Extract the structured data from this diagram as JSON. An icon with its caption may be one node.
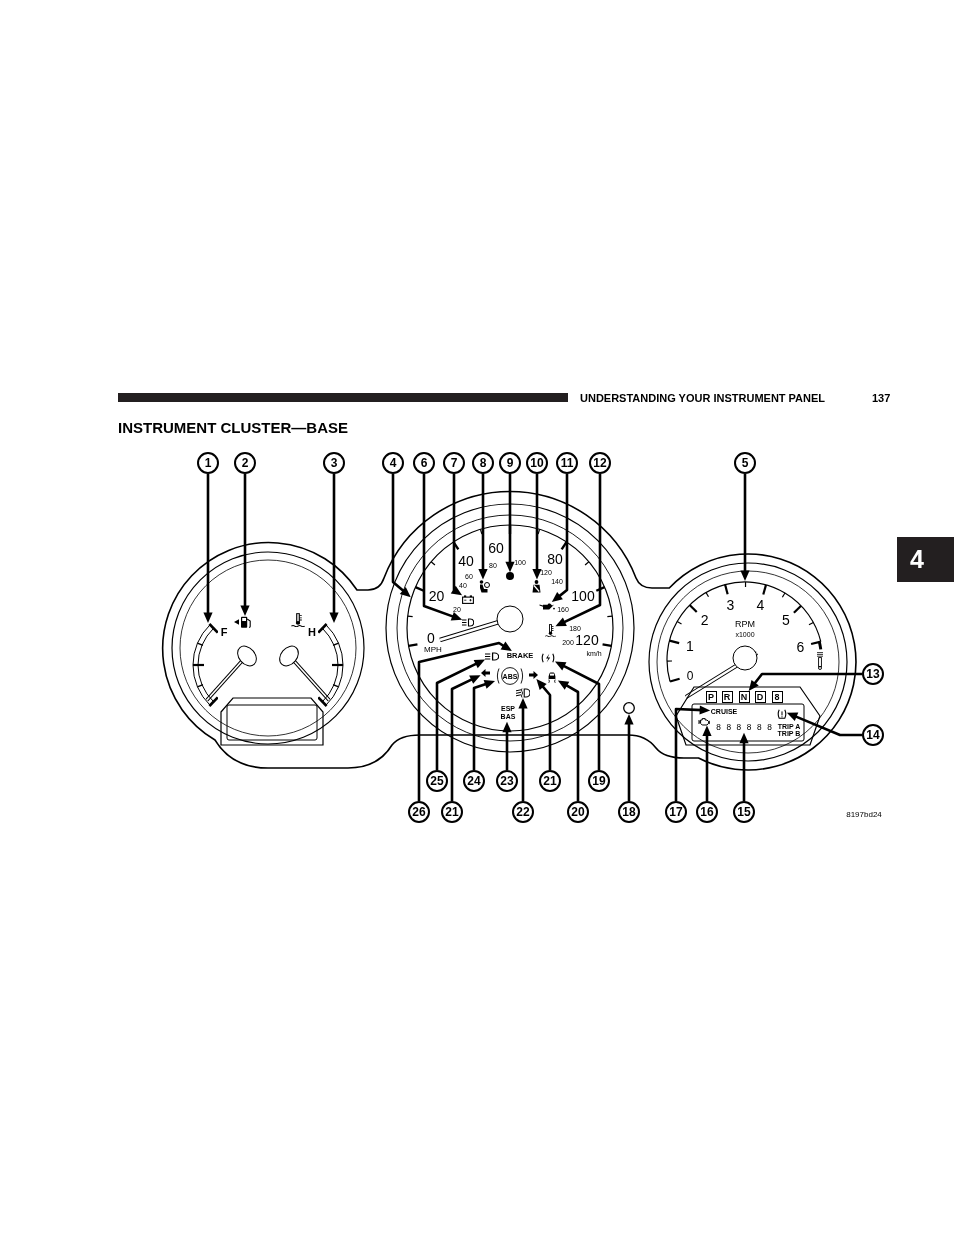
{
  "diagram": {
    "title": "INSTRUMENT CLUSTER—BASE",
    "nodes": [
      {
        "text": [
          "1"
        ]
      },
      {
        "text": [
          "2"
        ]
      },
      {
        "text": [
          "3"
        ]
      },
      {
        "text": [
          "4"
        ]
      },
      {
        "text": [
          "6"
        ]
      },
      {
        "text": [
          "7"
        ]
      },
      {
        "text": [
          "8"
        ]
      },
      {
        "text": [
          "9"
        ]
      },
      {
        "text": [
          "10"
        ]
      },
      {
        "text": [
          "11"
        ]
      },
      {
        "text": [
          "12"
        ]
      },
      {
        "text": [
          "5"
        ]
      },
      {
        "text": [
          "13"
        ]
      },
      {
        "text": [
          "14"
        ]
      },
      {
        "text": [
          "25"
        ]
      },
      {
        "text": [
          "24"
        ]
      },
      {
        "text": [
          "23"
        ]
      },
      {
        "text": [
          "21"
        ]
      },
      {
        "text": [
          "19"
        ]
      },
      {
        "text": [
          "26"
        ]
      },
      {
        "text": [
          "21"
        ]
      },
      {
        "text": [
          "22"
        ]
      },
      {
        "text": [
          "20"
        ]
      },
      {
        "text": [
          "18"
        ]
      },
      {
        "text": [
          "17"
        ]
      },
      {
        "text": [
          "16"
        ]
      },
      {
        "text": [
          "15"
        ]
      },
      {
        "text": [],
        "shape": "picture",
        "beside": [
          "F"
        ]
      },
      {
        "text": [],
        "shape": "picture"
      },
      {
        "text": [],
        "shape": "picture",
        "beside": [
          "H"
        ]
      },
      {
        "text": [],
        "shape": "circle"
      },
      {
        "text": [],
        "shape": "picture",
        "in": 30
      },
      {
        "text": [],
        "shape": "picture",
        "in": 30
      },
      {
        "text": [],
        "shape": "picture",
        "in": 30
      },
      {
        "text": [],
        "shape": "circle",
        "in": 30
      },
      {
        "text": [],
        "shape": "picture",
        "in": 30
      },
      {
        "text": [],
        "shape": "picture",
        "in": 30
      },
      {
        "text": [],
        "shape": "picture",
        "in": 30
      },
      {
        "text": [],
        "shape": "picture",
        "in": 30
      },
      {
        "text": [
          "BRAKE"
        ],
        "in": 30
      },
      {
        "text": [],
        "shape": "picture",
        "in": 30
      },
      {
        "text": [],
        "shape": "picture",
        "in": 30
      },
      {
        "text": [
          "ABS"
        ],
        "in": 30
      },
      {
        "text": [],
        "shape": "picture",
        "in": 30
      },
      {
        "text": [],
        "shape": "picture",
        "in": 30
      },
      {
        "text": [],
        "shape": "picture",
        "in": 30
      },
      {
        "text": [
          "ESP BAS"
        ],
        "in": 30
      },
      {
        "text": [],
        "shape": "circle"
      },
      {
        "text": [],
        "shape": "picture"
      },
      {
        "text": [
          "P"
        ]
      },
      {
        "text": [
          "R"
        ]
      },
      {
        "text": [
          "N"
        ]
      },
      {
        "text": [
          "D"
        ]
      },
      {
        "text": [
          "8"
        ]
      },
      {
        "text": [
          "CRUISE"
        ]
      },
      {
        "text": [],
        "shape": "picture"
      },
      {
        "text": [],
        "shape": "picture"
      },
      {
        "text": [
          "8 8 8 8 8 8"
        ]
      }
    ],
    "edges": [
      {
        "from": 0,
        "to": 27,
        "arrow": "to"
      },
      {
        "from": 1,
        "to": 28,
        "arrow": "to"
      },
      {
        "from": 2,
        "to": 29,
        "arrow": "to"
      },
      {
        "from": 3,
        "to": 30,
        "arrow": "to"
      },
      {
        "from": 4,
        "to": 31,
        "arrow": "to"
      },
      {
        "from": 5,
        "to": 32,
        "arrow": "to"
      },
      {
        "from": 6,
        "to": 33,
        "arrow": "to"
      },
      {
        "from": 7,
        "to": 34,
        "arrow": "to"
      },
      {
        "from": 8,
        "to": 35,
        "arrow": "to"
      },
      {
        "from": 9,
        "to": 36,
        "arrow": "to"
      },
      {
        "from": 10,
        "to": 37,
        "arrow": "to"
      },
      {
        "from": 11,
        "to": 48,
        "arrow": "to"
      },
      {
        "from": 12,
        "to": 51,
        "arrow": "to"
      },
      {
        "from": 13,
        "to": 56,
        "arrow": "to"
      },
      {
        "from": 14,
        "to": 38,
        "arrow": "to"
      },
      {
        "from": 15,
        "to": 42,
        "arrow": "to"
      },
      {
        "from": 16,
        "to": 46,
        "arrow": "to"
      },
      {
        "from": 17,
        "to": 43,
        "arrow": "to"
      },
      {
        "from": 18,
        "to": 40,
        "arrow": "to"
      },
      {
        "from": 19,
        "to": 39,
        "arrow": "to"
      },
      {
        "from": 20,
        "to": 41,
        "arrow": "to"
      },
      {
        "from": 21,
        "to": 45,
        "arrow": "to"
      },
      {
        "from": 22,
        "to": 44,
        "arrow": "to"
      },
      {
        "from": 23,
        "to": 47,
        "arrow": "to"
      },
      {
        "from": 24,
        "to": 54,
        "arrow": "to"
      },
      {
        "from": 25,
        "to": 55,
        "arrow": "to"
      },
      {
        "from": 26,
        "to": 57,
        "arrow": "to"
      }
    ],
    "labels": [
      "UNDERSTANDING YOUR INSTRUMENT PANEL",
      "137",
      "4",
      "0",
      "20",
      "40",
      "60",
      "80",
      "100",
      "120",
      "MPH",
      "20",
      "40",
      "60",
      "80",
      "100",
      "120",
      "140",
      "160",
      "180",
      "200",
      "km/h",
      "0",
      "1",
      "2",
      "3",
      "4",
      "5",
      "6",
      "RPM",
      "x1000",
      "TRIP A",
      "TRIP B",
      "8197bd24"
    ]
  }
}
